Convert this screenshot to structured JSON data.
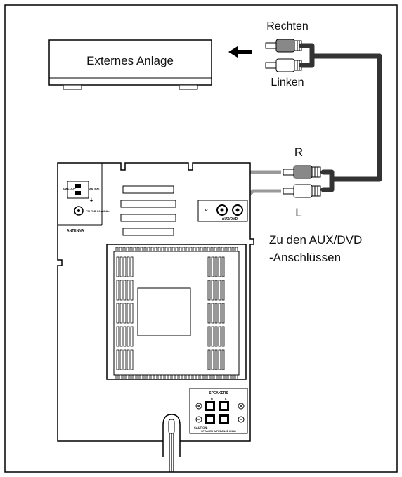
{
  "diagram": {
    "external_device_label": "Externes Anlage",
    "right_plug_label": "Rechten",
    "left_plug_label": "Linken",
    "r_label": "R",
    "l_label": "L",
    "aux_note_line1": "Zu den AUX/DVD",
    "aux_note_line2": "-Anschlüssen",
    "antenna": {
      "title": "ANTENNA",
      "am_loop": "AM LOOP",
      "am_ext": "AM EXT",
      "fm": "FM 75Ω COAXIAL"
    },
    "aux_panel": {
      "title": "AUX/DVD",
      "r": "R",
      "l": "L"
    },
    "speakers": {
      "title": "SPEAKERS",
      "caution": "CAUTION:",
      "impedance": "SPEAKER IMPEDANCE 6-16Ω",
      "r": "R",
      "l": "L"
    }
  }
}
